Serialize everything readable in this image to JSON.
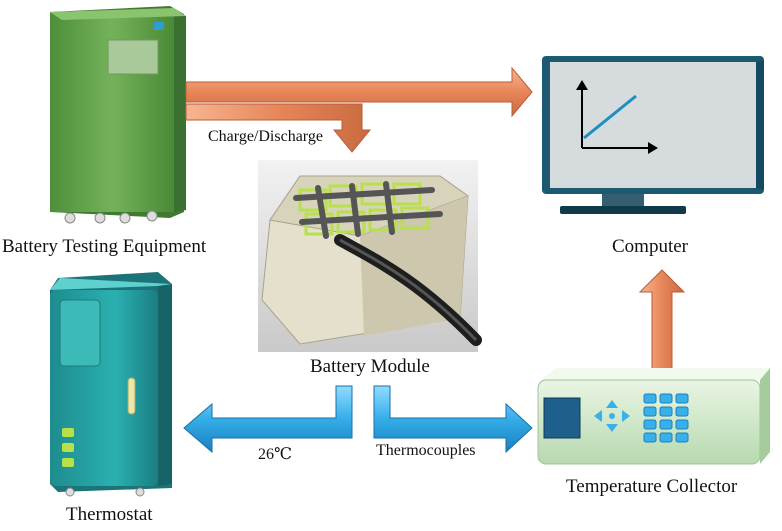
{
  "labels": {
    "battery_testing_equipment": "Battery Testing Equipment",
    "charge_discharge": "Charge/Discharge",
    "computer": "Computer",
    "battery_module": "Battery Module",
    "thermostat": "Thermostat",
    "temperature": "26℃",
    "thermocouples": "Thermocouples",
    "temperature_collector": "Temperature Collector"
  },
  "colors": {
    "orange_arrow": "#e8946a",
    "blue_arrow": "#3ab0e8",
    "equipment_green": "#6aa84f",
    "thermostat_teal": "#2aa8a8",
    "collector_body": "#dff0d8",
    "monitor_frame": "#1c5a72",
    "battery_body": "#e4e0cc"
  },
  "icons": {
    "equipment": "battery-tester-cabinet-icon",
    "computer": "monitor-with-chart-icon",
    "battery": "battery-module-photo",
    "thermostat": "thermostat-cabinet-icon",
    "collector": "temperature-collector-icon"
  }
}
